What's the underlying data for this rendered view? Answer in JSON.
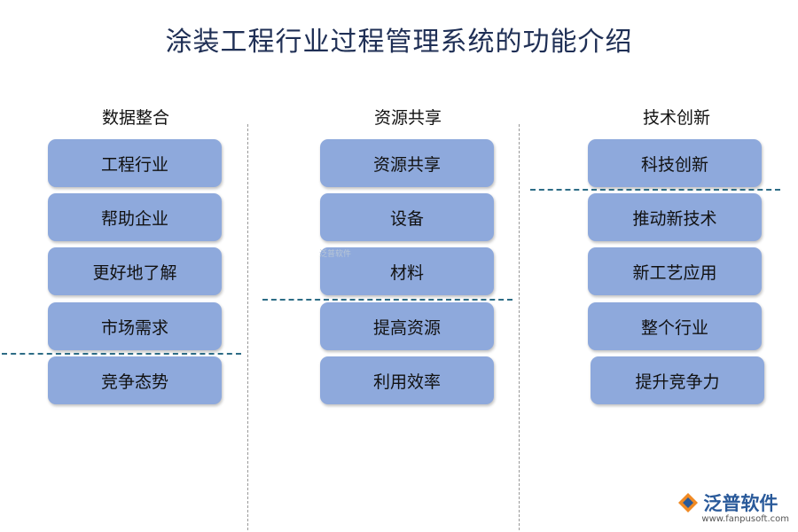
{
  "title": "涂装工程行业过程管理系统的功能介绍",
  "columns": [
    {
      "header": "数据整合",
      "items": [
        "工程行业",
        "帮助企业",
        "更好地了解",
        "市场需求",
        "竞争态势"
      ]
    },
    {
      "header": "资源共享",
      "items": [
        "资源共享",
        "设备",
        "材料",
        "提高资源",
        "利用效率"
      ]
    },
    {
      "header": "技术创新",
      "items": [
        "科技创新",
        "推动新技术",
        "新工艺应用",
        "整个行业",
        "提升竞争力"
      ]
    }
  ],
  "watermark": "泛普软件",
  "logo": {
    "name": "泛普软件",
    "url": "www.fanpusoft.com"
  },
  "colors": {
    "card": "#8ea9dc",
    "title": "#1f2f55",
    "divider": "#2d6c86"
  }
}
